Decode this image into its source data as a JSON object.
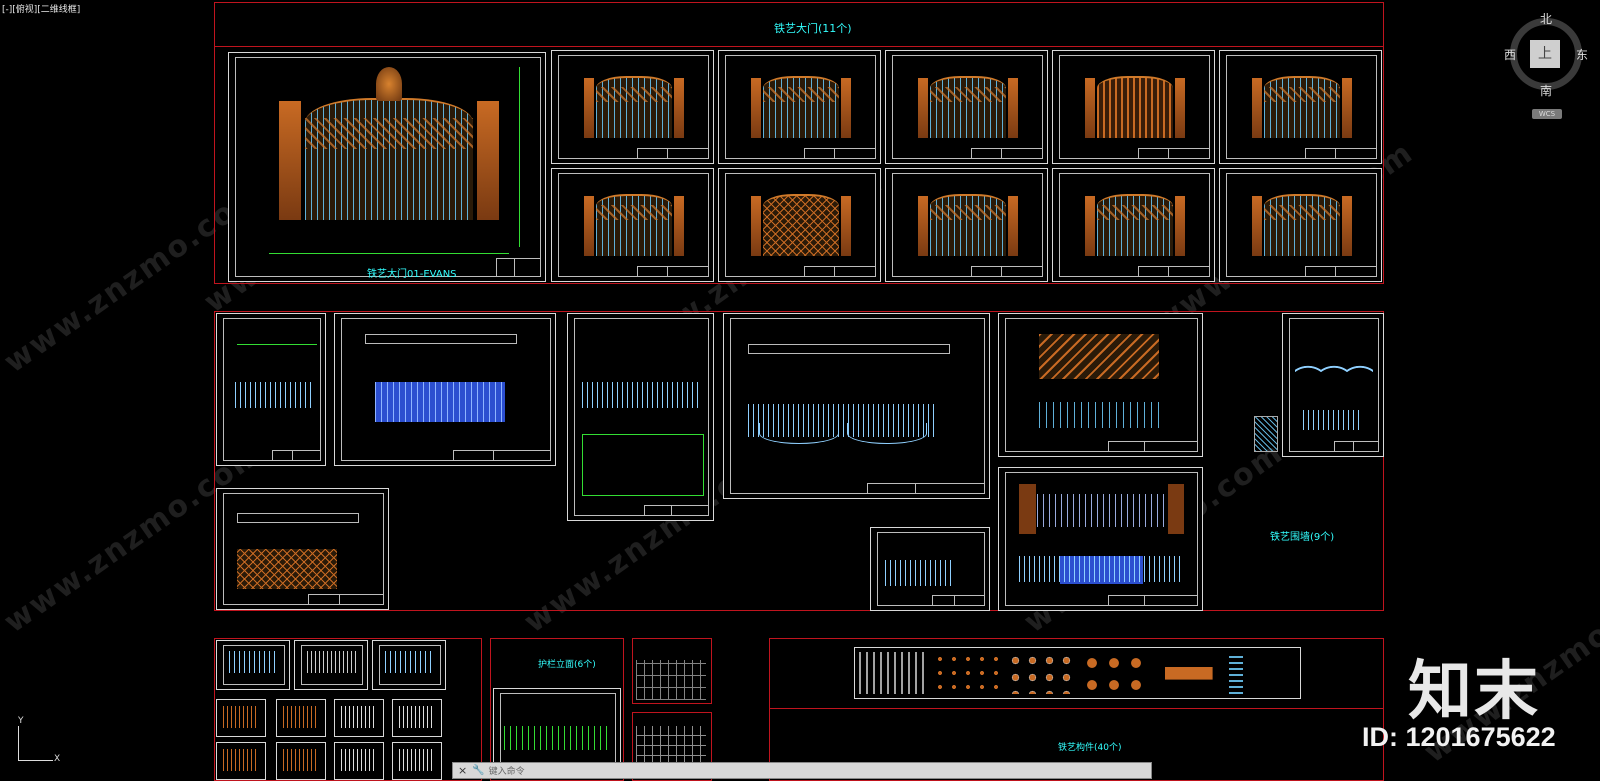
{
  "viewport": {
    "label": "[-][俯视][二维线框]"
  },
  "viewcube": {
    "north": "北",
    "south": "南",
    "east": "东",
    "west": "西",
    "top": "上",
    "wcs": "WCS"
  },
  "sections": {
    "gates_title": "铁艺大门(11个)",
    "main_gate_caption": "铁艺大门01-EVANS",
    "fence_title": "铁艺围墙(9个)",
    "railing_title": "护栏立面(6个)",
    "parts_title": "铁艺构件(40个)"
  },
  "command_line": {
    "placeholder": "键入命令",
    "close_icon": "×"
  },
  "ucs": {
    "y_label": "Y",
    "x_label": "X"
  },
  "branding": {
    "logo_text": "知末",
    "id_label": "ID: 1201675622"
  },
  "watermark": {
    "text": "www.znzmo.com"
  },
  "colors": {
    "frame": "#c0141e",
    "dim": "#33dd33",
    "title": "#33ffff",
    "metal": "#c86a23",
    "bars": "#5fb0d8"
  }
}
